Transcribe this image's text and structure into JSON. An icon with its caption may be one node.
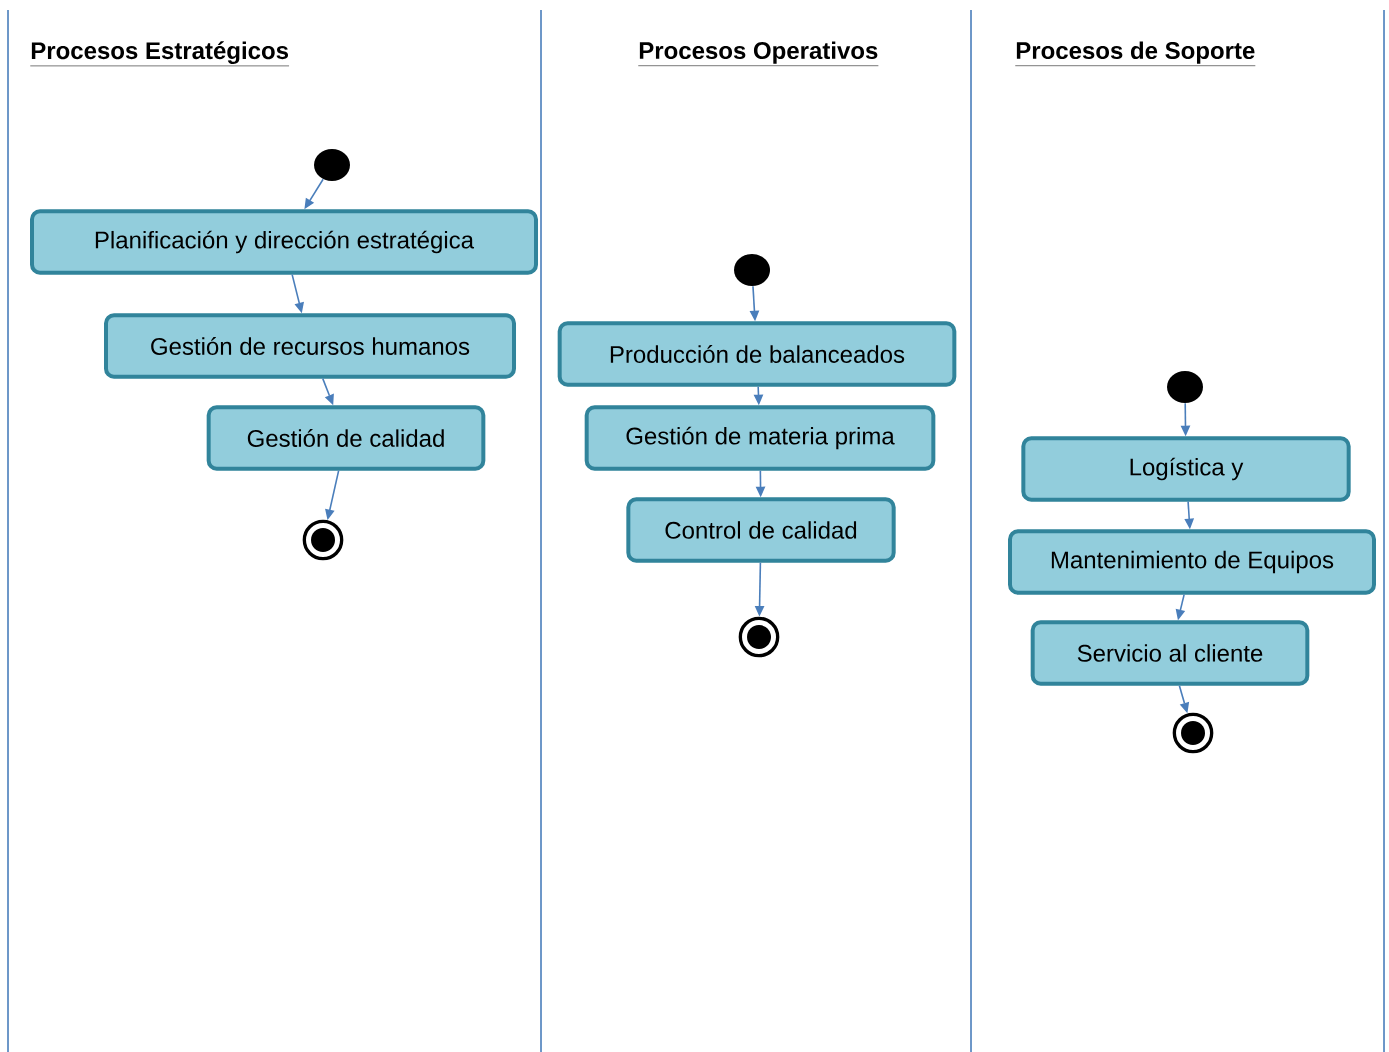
{
  "diagram": {
    "nodes": [
      {
        "text": [],
        "shape": "circle"
      },
      {
        "text": [
          "Planificación y dirección estratégica"
        ]
      },
      {
        "text": [
          "Gestión de recursos humanos"
        ]
      },
      {
        "text": [
          "Gestión de calidad"
        ]
      },
      {
        "text": [],
        "shape": "bullseye"
      },
      {
        "text": [],
        "shape": "circle"
      },
      {
        "text": [
          "Producción de balanceados"
        ]
      },
      {
        "text": [
          "Gestión de materia prima"
        ]
      },
      {
        "text": [
          "Control de calidad"
        ]
      },
      {
        "text": [],
        "shape": "bullseye"
      },
      {
        "text": [],
        "shape": "circle"
      },
      {
        "text": [
          "Logística y"
        ]
      },
      {
        "text": [
          "Mantenimiento de Equipos"
        ]
      },
      {
        "text": [
          "Servicio al cliente"
        ]
      },
      {
        "text": [],
        "shape": "bullseye"
      }
    ],
    "edges": [
      {
        "from": 0,
        "to": 1,
        "arrow": "to"
      },
      {
        "from": 1,
        "to": 2,
        "arrow": "to"
      },
      {
        "from": 2,
        "to": 3,
        "arrow": "to"
      },
      {
        "from": 3,
        "to": 4,
        "arrow": "to"
      },
      {
        "from": 5,
        "to": 6,
        "arrow": "to"
      },
      {
        "from": 6,
        "to": 7,
        "arrow": "to"
      },
      {
        "from": 7,
        "to": 8,
        "arrow": "to"
      },
      {
        "from": 8,
        "to": 9,
        "arrow": "to"
      },
      {
        "from": 10,
        "to": 11,
        "arrow": "to"
      },
      {
        "from": 11,
        "to": 12,
        "arrow": "to"
      },
      {
        "from": 12,
        "to": 13,
        "arrow": "to"
      },
      {
        "from": 13,
        "to": 14,
        "arrow": "to"
      }
    ],
    "labels": [
      "Procesos Estratégicos",
      "Procesos Operativos",
      "Procesos de Soporte"
    ]
  }
}
